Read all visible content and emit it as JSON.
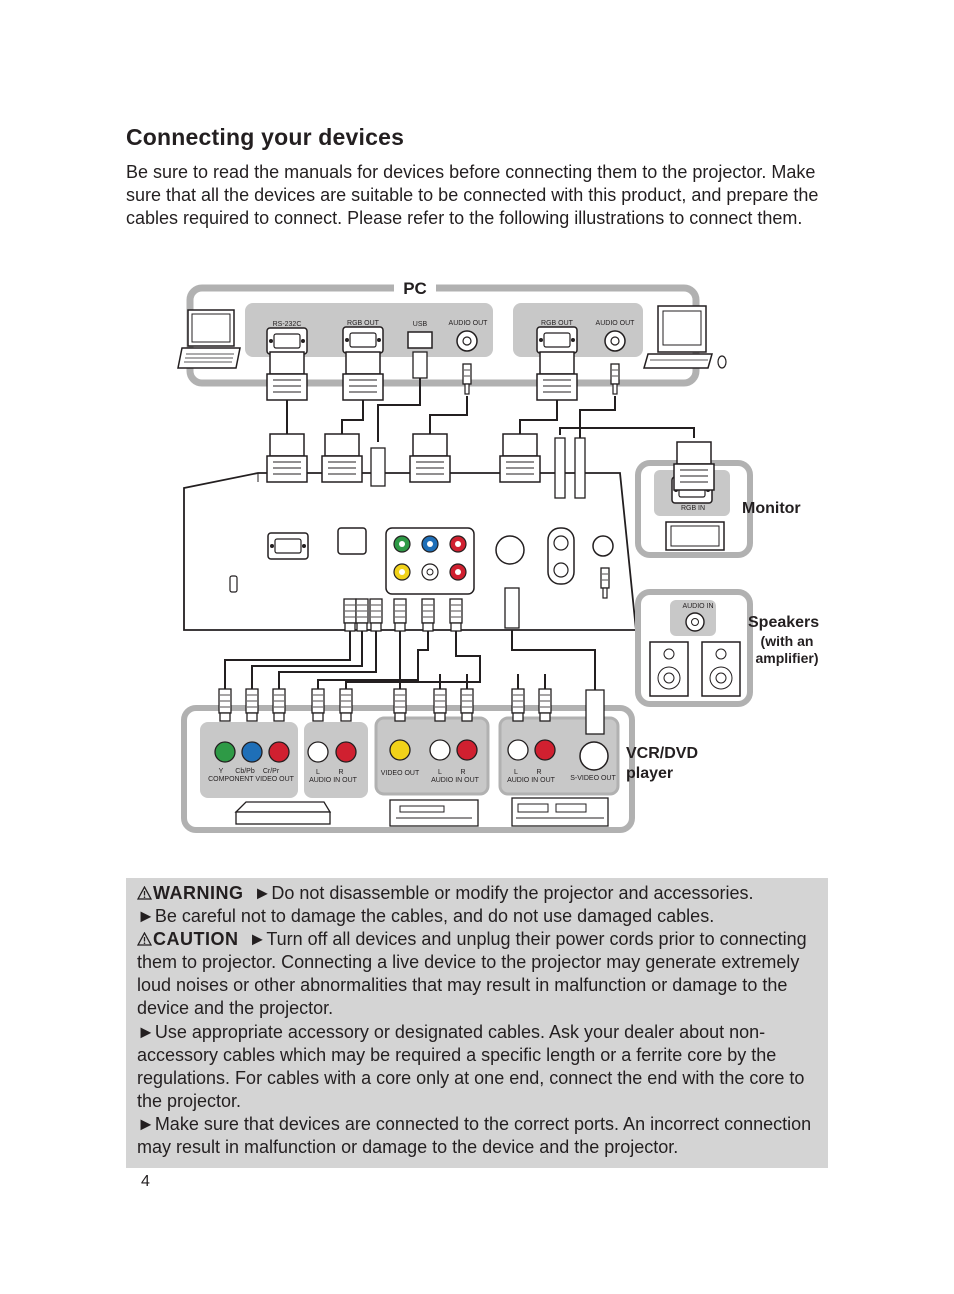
{
  "page": {
    "title": "Connecting your devices",
    "intro": "Be sure to read the manuals for devices before connecting them to the projector. Make sure that all the devices are suitable to be connected with this product, and prepare the cables required to connect. Please refer to the following illustrations to connect them.",
    "page_number": "4"
  },
  "diagram": {
    "pc_label": "PC",
    "monitor_label": "Monitor",
    "speakers_label": "Speakers",
    "speakers_note_1": "(with an",
    "speakers_note_2": "amplifier)",
    "vcr_label_1": "VCR/DVD",
    "vcr_label_2": "player",
    "pc_ports": {
      "rs232c": "RS-232C",
      "rgb_out_1": "RGB OUT",
      "usb": "USB",
      "audio_out_1": "AUDIO OUT",
      "rgb_out_2": "RGB OUT",
      "audio_out_2": "AUDIO OUT"
    },
    "monitor_port": "RGB IN",
    "speaker_port": "AUDIO IN",
    "vcr_ports": {
      "y": "Y",
      "cb_pb": "Cb/Pb",
      "cr_pr": "Cr/Pr",
      "component": "COMPONENT VIDEO OUT",
      "l1": "L",
      "r1": "R",
      "audio_in_out_1": "AUDIO IN OUT",
      "video_out": "VIDEO OUT",
      "l2": "L",
      "r2": "R",
      "audio_in_out_2": "AUDIO IN OUT",
      "l3": "L",
      "r3": "R",
      "audio_in_out_3": "AUDIO IN OUT",
      "s_video_out": "S-VIDEO OUT"
    },
    "colors": {
      "frame_gray": "#b1b1b1",
      "port_gray": "#c8c8c8",
      "green": "#2e9a46",
      "blue": "#1e6fb8",
      "red": "#d02030",
      "yellow": "#f1d21a"
    }
  },
  "warnings": {
    "warning_label": "WARNING",
    "warning_1": "►Do not disassemble or modify the projector and accessories.",
    "warning_2": "►Be careful not to damage the cables, and do not use damaged cables.",
    "caution_label": "CAUTION",
    "caution_1": "►Turn off all devices and unplug their power cords prior to connecting them to projector. Connecting a live device to the projector may generate extremely loud noises or other abnormalities that may result in malfunction or damage to the device and the projector.",
    "caution_2": "►Use appropriate accessory or designated cables. Ask your dealer about non-accessory cables which may be required a specific length or a ferrite core by the regulations. For cables with a core only at one end, connect the end with the core to the projector.",
    "caution_3": "►Make sure that devices are connected to the correct ports. An incorrect connection may result in malfunction or damage to the device and the projector."
  }
}
